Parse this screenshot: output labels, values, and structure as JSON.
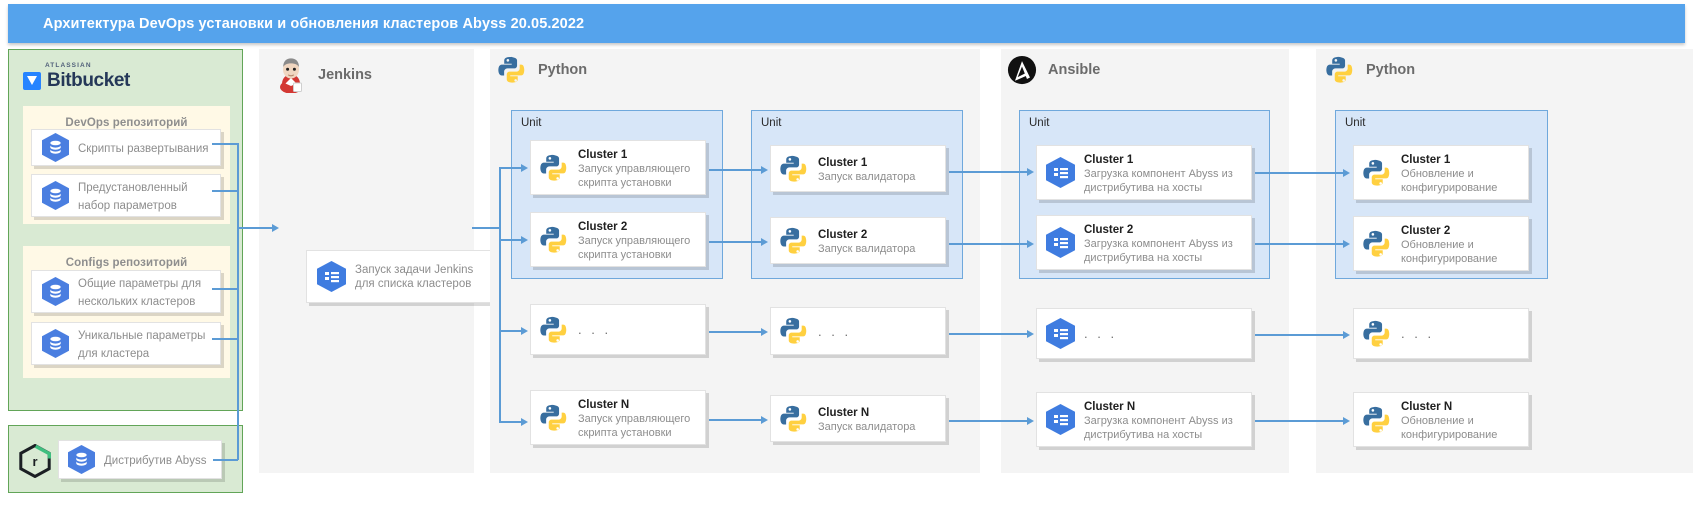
{
  "header": {
    "title": "Архитектура DevOps установки и обновления кластеров Abyss 20.05.2022"
  },
  "colors": {
    "title_bar": "#55a3ec",
    "panel_grey": "#f4f4f4",
    "panel_green": "#d9ead3",
    "repo_cream": "#fff9e6",
    "unit_blue": "#d7e6f8",
    "connector": "#5b9bd5"
  },
  "bitbucket": {
    "vendor": "ATLASSIAN",
    "name": "Bitbucket",
    "repos": [
      {
        "title": "DevOps репозиторий",
        "items": [
          {
            "label": "Скрипты развертывания",
            "icon": "repository-icon"
          },
          {
            "label": "Предустановленный набор параметров",
            "icon": "repository-icon"
          }
        ]
      },
      {
        "title": "Configs репозиторий",
        "items": [
          {
            "label": "Общие параметры для нескольких кластеров",
            "icon": "repository-icon"
          },
          {
            "label": "Уникальные параметры для кластера",
            "icon": "repository-icon"
          }
        ]
      }
    ]
  },
  "nexus": {
    "logo": "nexus-icon",
    "item": {
      "label": "Дистрибутив Abyss",
      "icon": "repository-icon"
    }
  },
  "jenkins": {
    "title": "Jenkins",
    "icon": "jenkins-icon",
    "task": {
      "lines": [
        "Запуск задачи Jenkins",
        "для списка кластеров"
      ],
      "icon": "task-icon"
    }
  },
  "columns": [
    {
      "title": "Python",
      "icon": "python-icon",
      "unit_label": "Unit",
      "card_icon": "python-icon",
      "unit_cards": [
        {
          "title": "Cluster 1",
          "sub": [
            "Запуск управляющего",
            "скрипта установки"
          ]
        },
        {
          "title": "Cluster 2",
          "sub": [
            "Запуск управляющего",
            "скрипта установки"
          ]
        }
      ],
      "ellipsis_card": {
        "text": ". . ."
      },
      "last_card": {
        "title": "Cluster N",
        "sub": [
          "Запуск управляющего",
          "скрипта установки"
        ]
      }
    },
    {
      "title": "",
      "icon": "python-icon",
      "unit_label": "Unit",
      "card_icon": "python-icon",
      "unit_cards": [
        {
          "title": "Cluster 1",
          "sub": [
            "Запуск валидатора"
          ]
        },
        {
          "title": "Cluster 2",
          "sub": [
            "Запуск валидатора"
          ]
        }
      ],
      "ellipsis_card": {
        "text": ". . ."
      },
      "last_card": {
        "title": "Cluster N",
        "sub": [
          "Запуск валидатора"
        ]
      }
    },
    {
      "title": "Ansible",
      "icon": "ansible-icon",
      "unit_label": "Unit",
      "card_icon": "task-icon",
      "unit_cards": [
        {
          "title": "Cluster 1",
          "sub": [
            "Загрузка компонент Abyss из",
            "дистрибутива на хосты"
          ]
        },
        {
          "title": "Cluster 2",
          "sub": [
            "Загрузка компонент Abyss из",
            "дистрибутива на хосты"
          ]
        }
      ],
      "ellipsis_card": {
        "text": ". . ."
      },
      "last_card": {
        "title": "Cluster N",
        "sub": [
          "Загрузка компонент Abyss из",
          "дистрибутива на хосты"
        ]
      }
    },
    {
      "title": "Python",
      "icon": "python-icon",
      "unit_label": "Unit",
      "card_icon": "python-icon",
      "unit_cards": [
        {
          "title": "Cluster 1",
          "sub": [
            "Обновление и",
            "конфигурирование"
          ]
        },
        {
          "title": "Cluster 2",
          "sub": [
            "Обновление и",
            "конфигурирование"
          ]
        }
      ],
      "ellipsis_card": {
        "text": ". . ."
      },
      "last_card": {
        "title": "Cluster N",
        "sub": [
          "Обновление и",
          "конфигурирование"
        ]
      }
    }
  ]
}
